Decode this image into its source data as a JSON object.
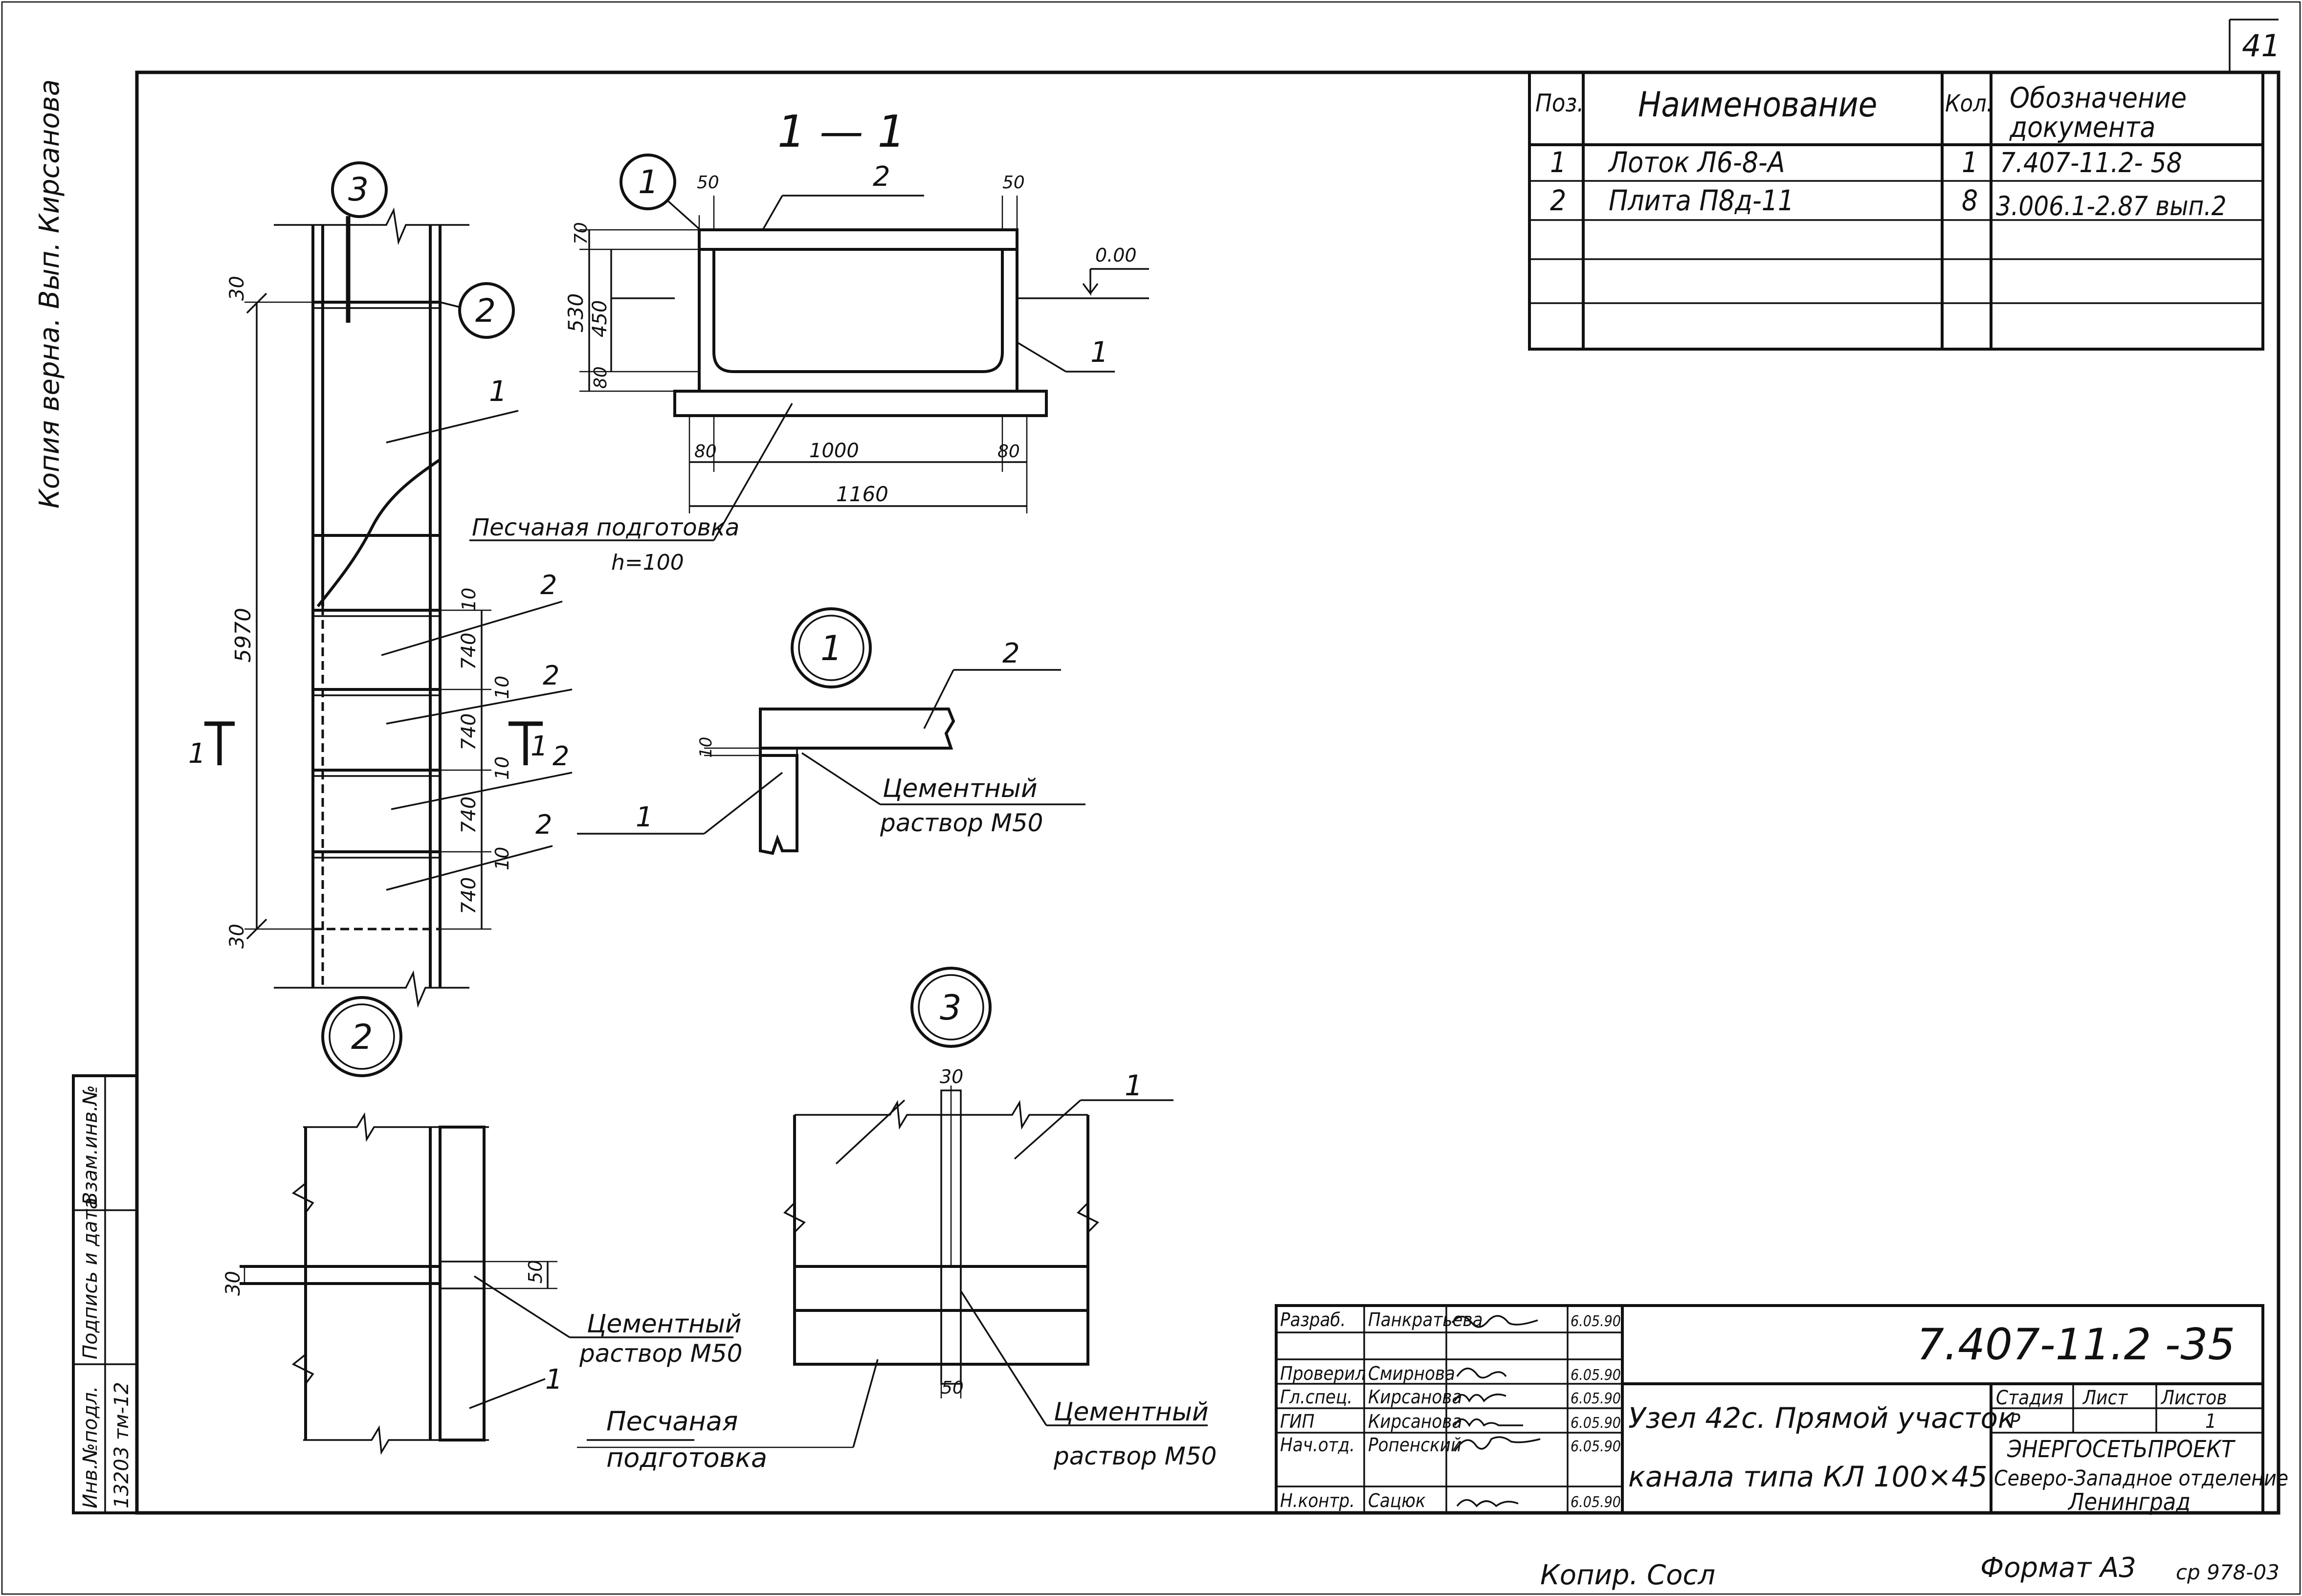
{
  "sheet_number": "41",
  "document_code": "7.407-11.2 -35",
  "title_line1": "Узел 42с. Прямой участок",
  "title_line2": "канала типа КЛ 100×45",
  "stamp": {
    "roles": [
      "Разраб.",
      "Проверил",
      "Гл.спец.",
      "ГИП",
      "Нач.отд.",
      "Н.контр."
    ],
    "names": [
      "Панкратьева",
      "Смирнова",
      "Кирсанова",
      "Кирсанова",
      "Ропенский",
      "Сацюк"
    ],
    "dates": [
      "6.05.90",
      "6.05.90",
      "6.05.90",
      "6.05.90",
      "6.05.90",
      "6.05.90"
    ],
    "stage_header": "Стадия",
    "sheet_header": "Лист",
    "sheets_header": "Листов",
    "stage": "Р",
    "sheets": "1",
    "org1": "ЭНЕРГОСЕТЬПРОЕКТ",
    "org2": "Северо-Западное отделение",
    "org3": "Ленинград"
  },
  "spec_table": {
    "headers": [
      "Поз.",
      "Наименование",
      "Кол.",
      "Обозначение документа"
    ],
    "rows": [
      {
        "pos": "1",
        "name": "Лоток Л6-8-А",
        "qty": "1",
        "doc": "7.407-11.2- 58"
      },
      {
        "pos": "2",
        "name": "Плита П8д-11",
        "qty": "8",
        "doc": "3.006.1-2.87 вып.2"
      }
    ]
  },
  "left_stamp": {
    "inv_orig": "Инв.№подл.",
    "sign_date": "Подпись и дата",
    "inv_repl": "Взам.инв.№",
    "inv_value": "13203 тм-12"
  },
  "margin_note": "Копия верна. Вып. Кирсанова",
  "footer": {
    "copied": "Копир. Сосл",
    "format": "Формат А3",
    "code": "ср 978-03"
  },
  "plan": {
    "callout_3": "3",
    "callout_2": "2",
    "label_1": "1",
    "label_2": "2",
    "dim_30_top": "30",
    "dim_5970": "5970",
    "dim_740": "740",
    "dim_10": "10",
    "dim_30_bottom": "30",
    "section_mark": "1"
  },
  "section": {
    "title": "1 — 1",
    "callout_1": "1",
    "label_2": "2",
    "label_1": "1",
    "dim_50_left": "50",
    "dim_50_right": "50",
    "dim_70": "70",
    "dim_530": "530",
    "dim_450": "450",
    "dim_80_side": "80",
    "level": "0.00",
    "dim_80_a": "80",
    "dim_1000": "1000",
    "dim_80_b": "80",
    "dim_1160": "1160",
    "sand": "Песчаная подготовка",
    "sand_h": "h=100"
  },
  "detail1": {
    "callout": "1",
    "label_2": "2",
    "label_1": "1",
    "dim_10": "10",
    "mortar1": "Цементный",
    "mortar2": "раствор М50"
  },
  "detail2": {
    "callout": "2",
    "dim_30": "30",
    "dim_50": "50",
    "label_1": "1",
    "mortar1": "Цементный",
    "mortar2": "раствор М50",
    "sand1": "Песчаная",
    "sand2": "подготовка"
  },
  "detail3": {
    "callout": "3",
    "dim_30": "30",
    "dim_50": "50",
    "label_1": "1",
    "mortar1": "Цементный",
    "mortar2": "раствор М50"
  }
}
